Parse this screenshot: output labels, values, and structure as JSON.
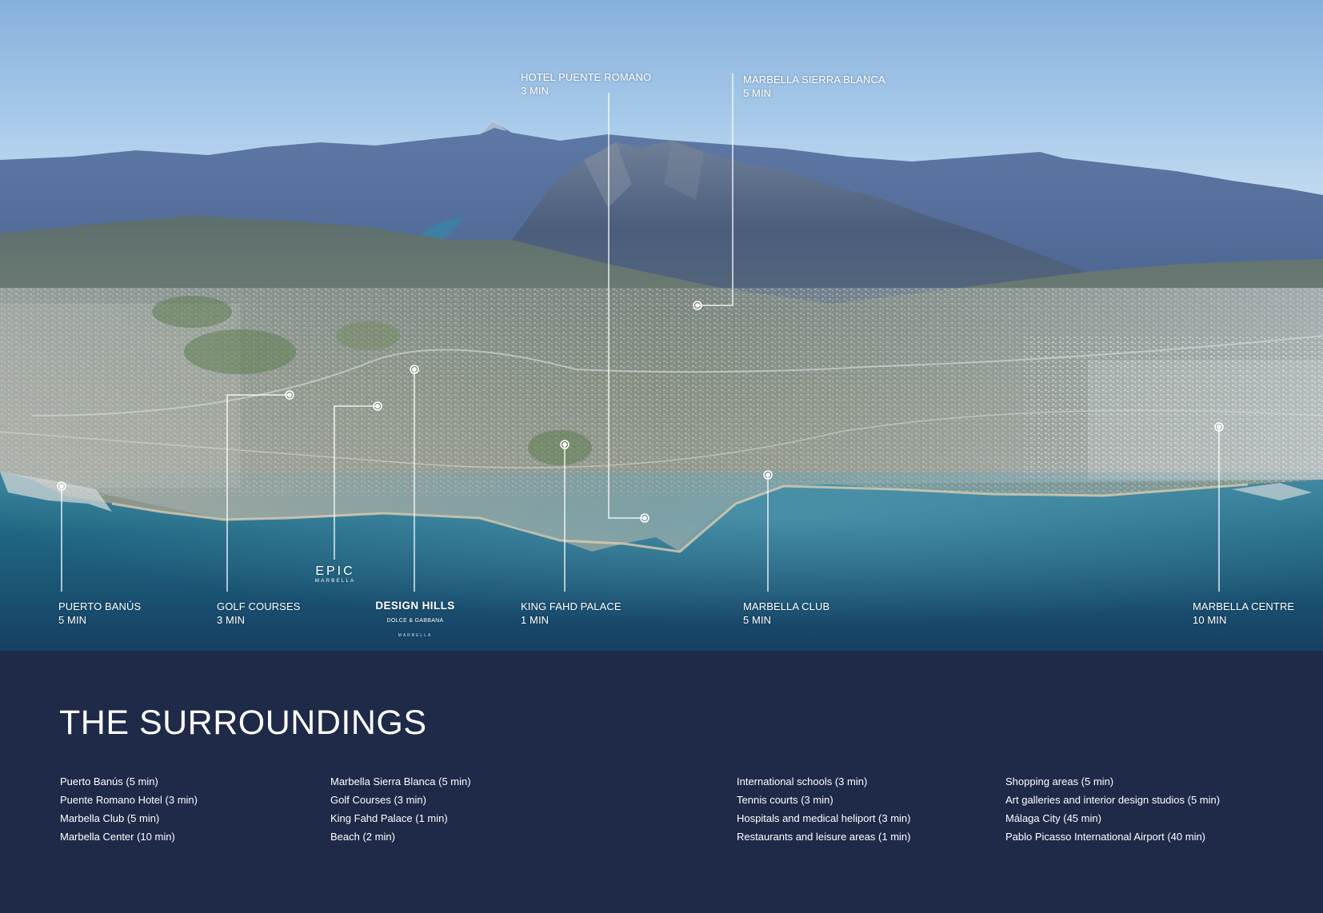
{
  "locations": [
    {
      "id": "puerto-banus",
      "name": "PUERTO BANÚS",
      "time": "5 MIN"
    },
    {
      "id": "golf-courses",
      "name": "GOLF COURSES",
      "time": "3 MIN"
    },
    {
      "id": "hotel-puente-romano",
      "name": "HOTEL PUENTE ROMANO",
      "time": "3 MIN"
    },
    {
      "id": "marbella-sierra-blanca",
      "name": "MARBELLA SIERRA BLANCA",
      "time": "5 MIN"
    },
    {
      "id": "king-fahd-palace",
      "name": "KING FAHD PALACE",
      "time": "1 MIN"
    },
    {
      "id": "marbella-club",
      "name": "MARBELLA CLUB",
      "time": "5 MIN"
    },
    {
      "id": "marbella-centre",
      "name": "MARBELLA CENTRE",
      "time": "10 MIN"
    }
  ],
  "design_hills": {
    "name": "DESIGN HILLS",
    "brand": "DOLCE & GABBANA",
    "city": "MARBELLA"
  },
  "epic": {
    "name": "EPIC",
    "sub": "MARBELLA"
  },
  "surroundings": {
    "title": "THE SURROUNDINGS",
    "columns": [
      [
        "Puerto Banús (5 min)",
        "Puente Romano Hotel (3 min)",
        "Marbella Club (5 min)",
        "Marbella Center (10 min)"
      ],
      [
        "Marbella Sierra Blanca (5 min)",
        "Golf Courses (3 min)",
        "King Fahd Palace (1 min)",
        "Beach (2 min)"
      ],
      [
        "International schools (3 min)",
        "Tennis courts (3 min)",
        "Hospitals and medical heliport (3 min)",
        "Restaurants and leisure areas (1 min)"
      ],
      [
        "Shopping areas (5 min)",
        "Art galleries and interior design studios (5 min)",
        "Málaga City (45 min)",
        "Pablo Picasso International Airport (40 min)"
      ]
    ]
  },
  "colors": {
    "panel": "#1f2a48",
    "sky": "#9ec2e6",
    "sea": "#1f6a86",
    "mountain": "#3f567f",
    "label": "#ffffff"
  }
}
